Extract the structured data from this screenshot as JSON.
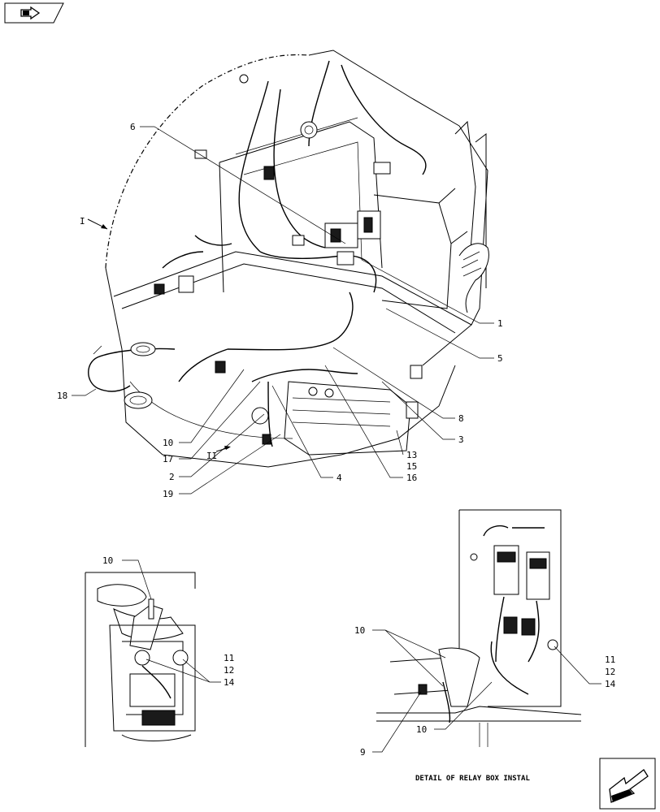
{
  "caption": "DETAIL OF RELAY BOX INSTAL",
  "view_markers": {
    "view_i": "I",
    "view_ii": "II"
  },
  "callouts_main": {
    "c1": "1",
    "c2": "2",
    "c3": "3",
    "c4": "4",
    "c5": "5",
    "c6": "6",
    "c8": "8",
    "c10": "10",
    "c13": "13",
    "c15": "15",
    "c16": "16",
    "c17": "17",
    "c18": "18",
    "c19": "19"
  },
  "callouts_left_detail": {
    "c10": "10",
    "c11": "11",
    "c12": "12",
    "c14": "14"
  },
  "callouts_right_detail": {
    "c10a": "10",
    "c10b": "10",
    "c9": "9",
    "c11": "11",
    "c12": "12",
    "c14": "14"
  }
}
